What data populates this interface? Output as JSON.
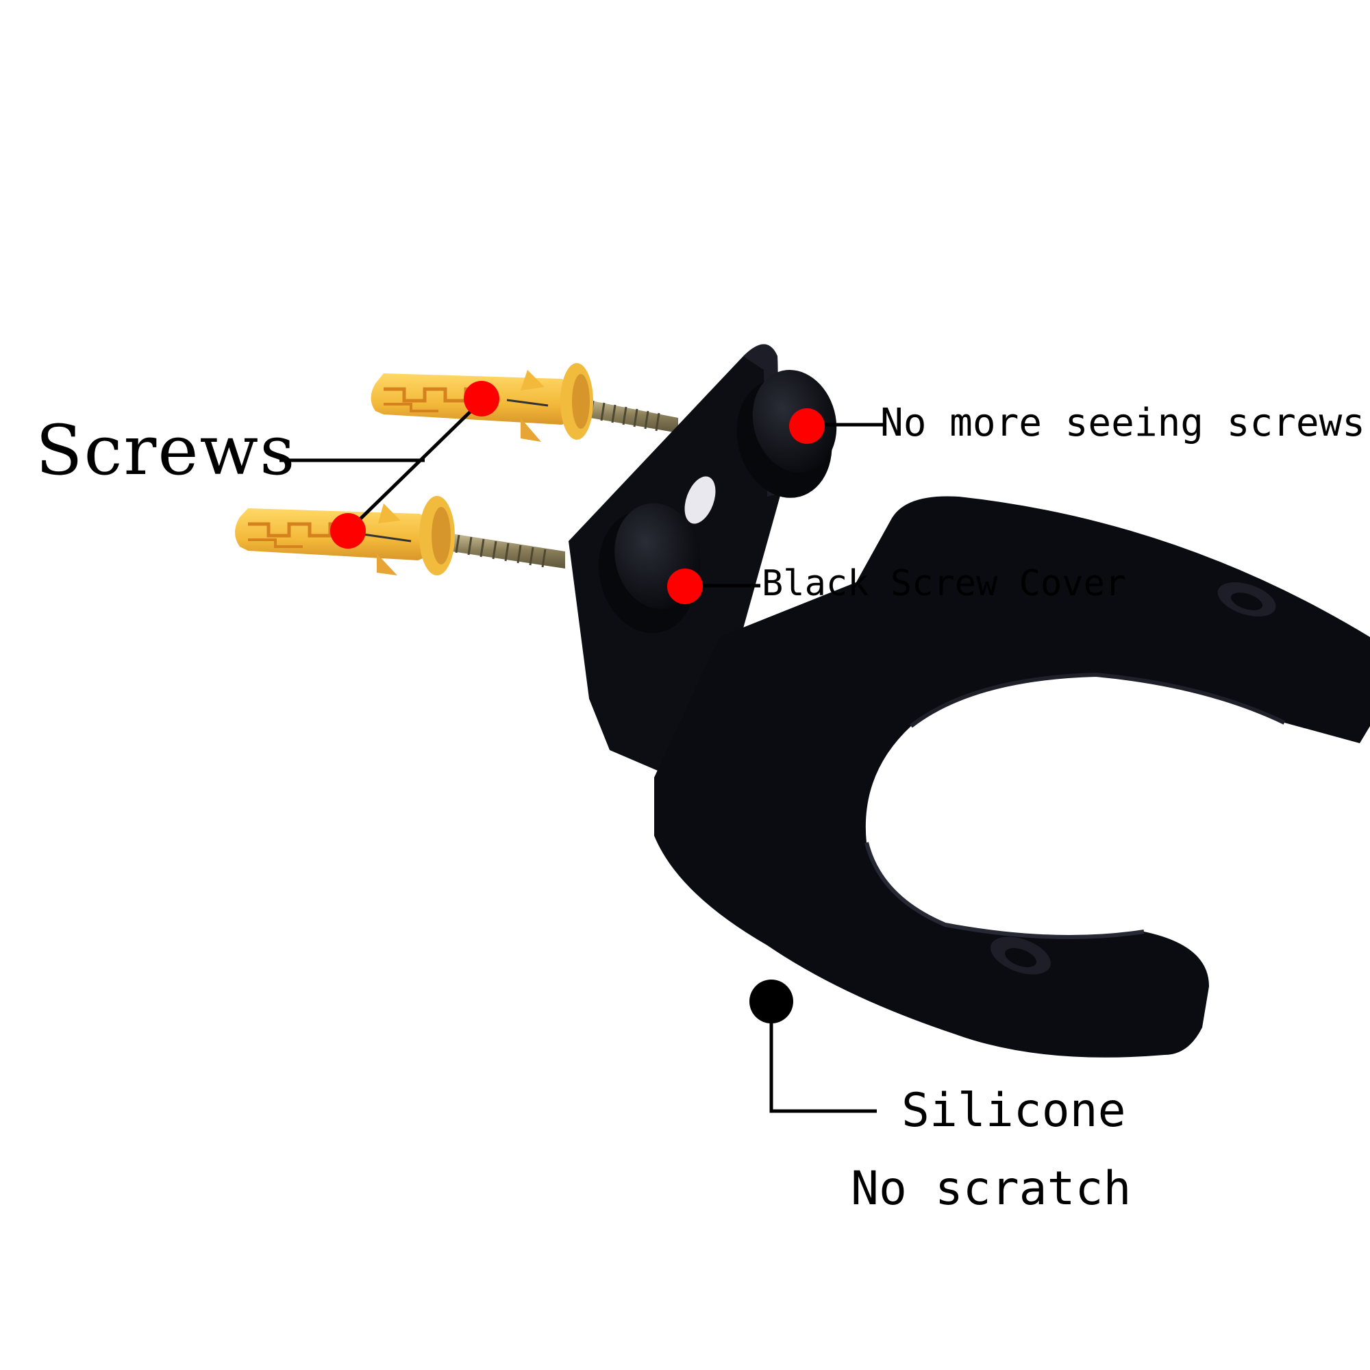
{
  "labels": {
    "screws": "Screws",
    "no_more_seeing_screws": "No more seeing screws",
    "black_screw_cover": "Black Screw Cover",
    "silicone": "Silicone",
    "no_scratch": "No scratch"
  },
  "colors": {
    "background": "#ffffff",
    "bracket": "#0b0c12",
    "anchor": "#f5c244",
    "marker_red": "#ff0000",
    "marker_black": "#000000",
    "screw_metal": "#9a8f6a"
  },
  "icons": [
    "red-dot-marker",
    "black-dot-marker"
  ]
}
